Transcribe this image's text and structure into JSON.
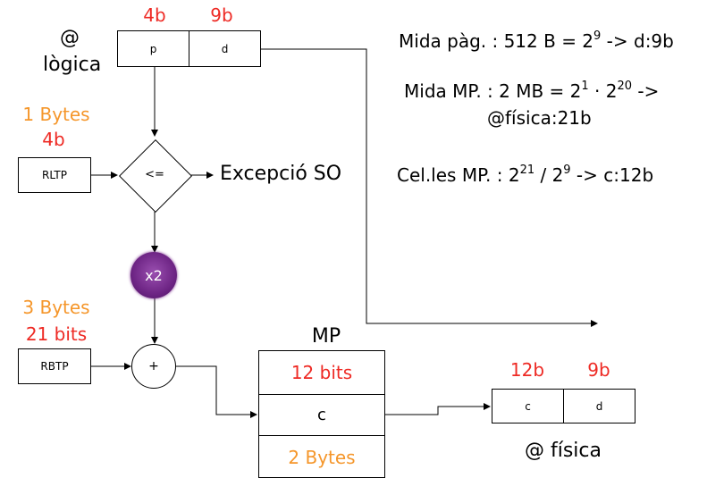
{
  "logical_address": {
    "label_line1": "@",
    "label_line2": "lògica",
    "fields": [
      {
        "name": "p",
        "bits": "4b"
      },
      {
        "name": "d",
        "bits": "9b"
      }
    ]
  },
  "rltp": {
    "label": "RLTP",
    "size_bytes": "1 Bytes",
    "size_bits": "4b"
  },
  "compare": {
    "symbol": "<=",
    "exception_label": "Excepció SO"
  },
  "multiplier": {
    "label": "x2",
    "color": "#7b2d8e"
  },
  "rbtp": {
    "label": "RBTP",
    "size_bytes": "3 Bytes",
    "size_bits": "21 bits"
  },
  "adder": {
    "symbol": "+"
  },
  "memory": {
    "title": "MP",
    "rows": [
      "12 bits",
      "c",
      "2 Bytes"
    ]
  },
  "physical_address": {
    "label": "@ física",
    "fields": [
      {
        "name": "c",
        "bits": "12b"
      },
      {
        "name": "d",
        "bits": "9b"
      }
    ]
  },
  "info": {
    "page_size": {
      "text": "Mida pàg. : 512 B = 2",
      "exp": "9",
      "tail": " -> d:9b"
    },
    "mem_size": {
      "text": "Mida MP. : 2 MB = 2",
      "exp1": "1",
      "mid": " · 2",
      "exp2": "20",
      "tail": " ->",
      "line2": "@física:21b"
    },
    "cells": {
      "text": "Cel.les MP. :  2",
      "exp1": "21",
      "mid": " / 2",
      "exp2": "9",
      "tail": " -> c:12b"
    }
  },
  "colors": {
    "red": "#ee2a24",
    "orange": "#f5962a"
  }
}
